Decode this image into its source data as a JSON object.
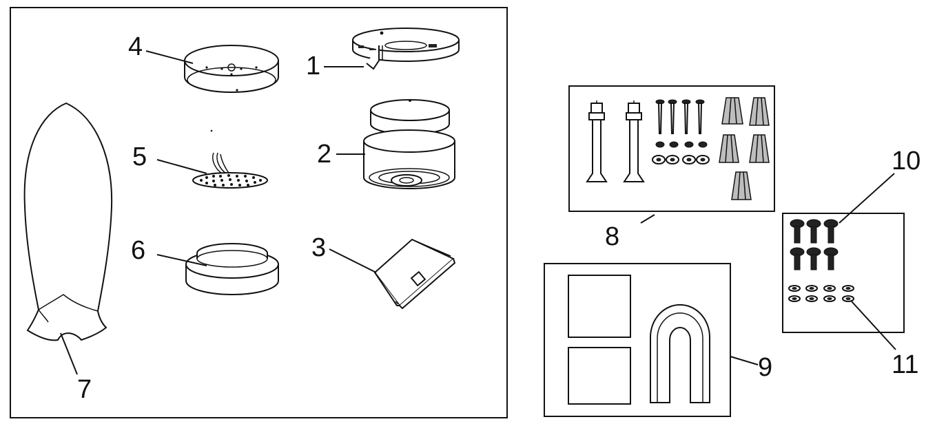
{
  "diagram": {
    "type": "parts-exploded-view",
    "labels": {
      "p1": "1",
      "p2": "2",
      "p3": "3",
      "p4": "4",
      "p5": "5",
      "p6": "6",
      "p7": "7",
      "p8": "8",
      "p9": "9",
      "p10": "10",
      "p11": "11"
    },
    "colors": {
      "stroke": "#111111",
      "background": "#ffffff",
      "plastic_gray": "#bdbdbd"
    },
    "icons": {
      "p1": "mounting-bracket-icon",
      "p2": "motor-housing-icon",
      "p3": "blade-arm-icon",
      "p4": "canopy-icon",
      "p5": "led-light-module-icon",
      "p6": "light-cover-icon",
      "p7": "fan-blade-icon",
      "p8": "mounting-hardware-icon",
      "p9": "balancing-kit-icon",
      "p10": "blade-screws-icon",
      "p11": "fiber-washers-icon"
    }
  }
}
